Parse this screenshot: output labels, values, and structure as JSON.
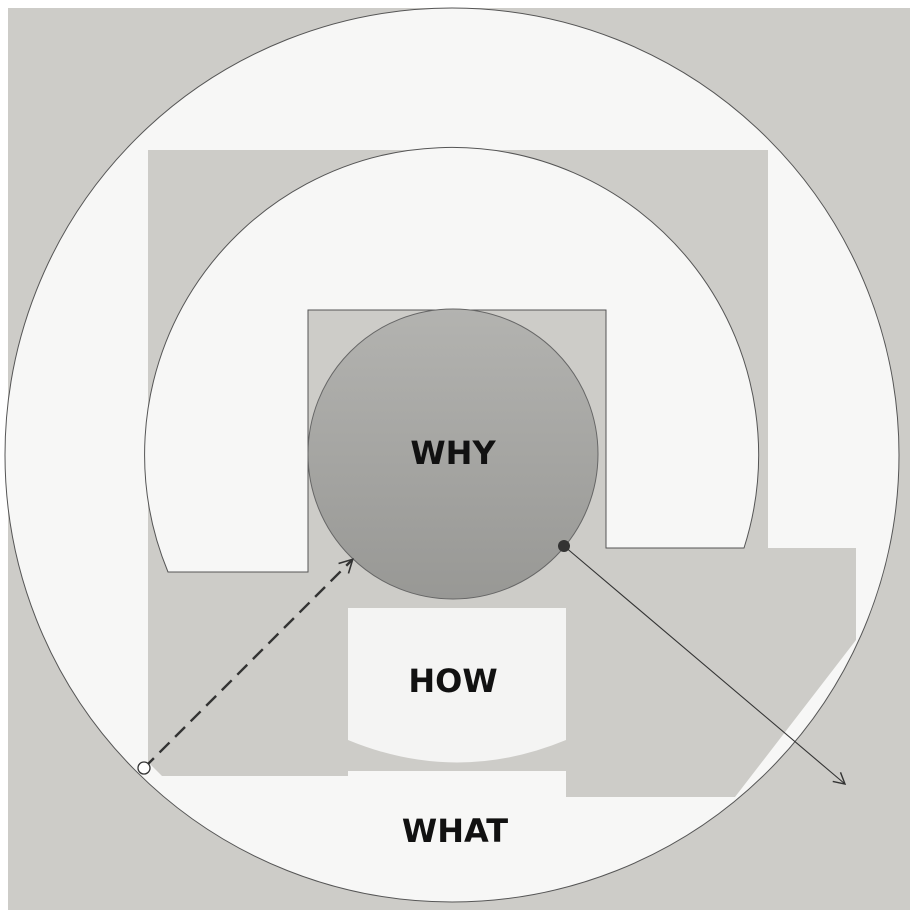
{
  "diagram": {
    "labels": {
      "why": "WHY",
      "how": "HOW",
      "what": "WHAT"
    },
    "colors": {
      "background": "#ffffff",
      "frame": "#cdccc8",
      "ring_fill": "#f6f6f5",
      "core_fill": "#a6a6a3",
      "stroke": "#555555",
      "arrow": "#333333"
    }
  }
}
